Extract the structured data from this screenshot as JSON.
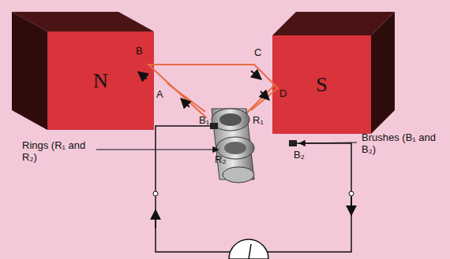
{
  "diagram": {
    "nodes": [
      {
        "text": [
          "N"
        ]
      },
      {
        "text": [
          "S"
        ]
      }
    ],
    "labels": [
      "B",
      "C",
      "A",
      "D",
      "B₁",
      "R₁",
      "R₂",
      "B₂",
      "Rings (R₁ and R₂)",
      "Brushes (B₁ and B₂)"
    ]
  }
}
